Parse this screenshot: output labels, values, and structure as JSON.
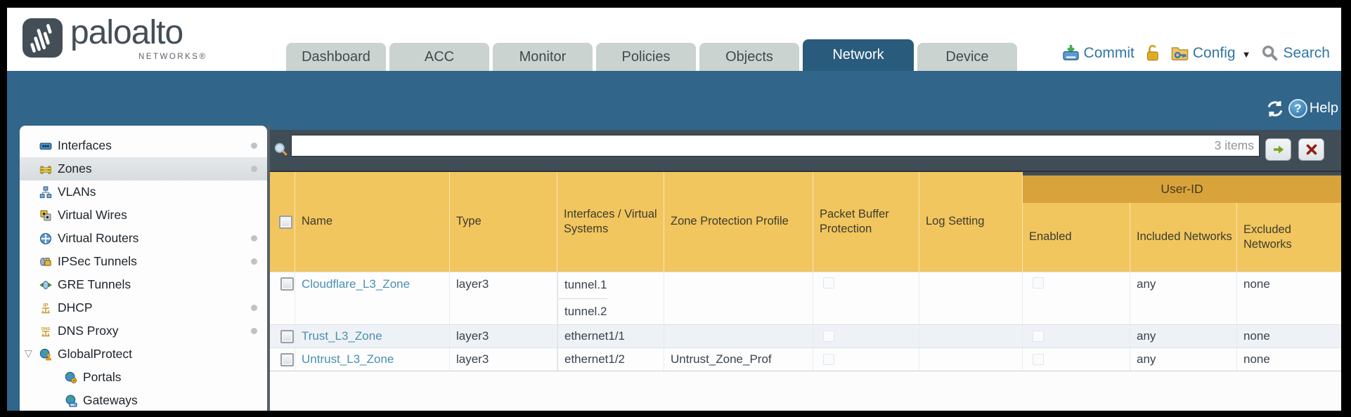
{
  "brand": {
    "name": "paloalto",
    "sub": "NETWORKS®"
  },
  "tabs": [
    {
      "label": "Dashboard",
      "active": false
    },
    {
      "label": "ACC",
      "active": false
    },
    {
      "label": "Monitor",
      "active": false
    },
    {
      "label": "Policies",
      "active": false
    },
    {
      "label": "Objects",
      "active": false
    },
    {
      "label": "Network",
      "active": true
    },
    {
      "label": "Device",
      "active": false
    }
  ],
  "header_actions": {
    "commit_label": "Commit",
    "config_label": "Config",
    "search_label": "Search"
  },
  "toolbar": {
    "help_label": "Help"
  },
  "sidebar": {
    "items": [
      {
        "label": "Interfaces",
        "icon": "interfaces",
        "dot": true
      },
      {
        "label": "Zones",
        "icon": "zones",
        "dot": true,
        "selected": true
      },
      {
        "label": "VLANs",
        "icon": "vlans"
      },
      {
        "label": "Virtual Wires",
        "icon": "virtual-wires"
      },
      {
        "label": "Virtual Routers",
        "icon": "virtual-routers",
        "dot": true
      },
      {
        "label": "IPSec Tunnels",
        "icon": "ipsec-tunnels",
        "dot": true
      },
      {
        "label": "GRE Tunnels",
        "icon": "gre-tunnels"
      },
      {
        "label": "DHCP",
        "icon": "dhcp",
        "dot": true
      },
      {
        "label": "DNS Proxy",
        "icon": "dns-proxy",
        "dot": true
      },
      {
        "label": "GlobalProtect",
        "icon": "globalprotect",
        "expander": true
      },
      {
        "label": "Portals",
        "icon": "portals",
        "indent": true
      },
      {
        "label": "Gateways",
        "icon": "gateways",
        "indent": true
      }
    ]
  },
  "filter": {
    "value": "",
    "count": "3 items"
  },
  "table": {
    "group_header": "User-ID",
    "columns": [
      {
        "label": ""
      },
      {
        "label": "Name"
      },
      {
        "label": "Type"
      },
      {
        "label": "Interfaces / Virtual Systems"
      },
      {
        "label": "Zone Protection Profile"
      },
      {
        "label": "Packet Buffer Protection"
      },
      {
        "label": "Log Setting"
      },
      {
        "label": "Enabled"
      },
      {
        "label": "Included Networks"
      },
      {
        "label": "Excluded Networks"
      }
    ],
    "rows": [
      {
        "name": "Cloudflare_L3_Zone",
        "type": "layer3",
        "interfaces": [
          "tunnel.1",
          "tunnel.2"
        ],
        "zone_protection_profile": "",
        "packet_buffer_protection": false,
        "log_setting": "",
        "user_id_enabled": false,
        "included_networks": "any",
        "excluded_networks": "none"
      },
      {
        "name": "Trust_L3_Zone",
        "type": "layer3",
        "interfaces": [
          "ethernet1/1"
        ],
        "zone_protection_profile": "",
        "packet_buffer_protection": false,
        "log_setting": "",
        "user_id_enabled": false,
        "included_networks": "any",
        "excluded_networks": "none"
      },
      {
        "name": "Untrust_L3_Zone",
        "type": "layer3",
        "interfaces": [
          "ethernet1/2"
        ],
        "zone_protection_profile": "Untrust_Zone_Prof",
        "packet_buffer_protection": false,
        "log_setting": "",
        "user_id_enabled": false,
        "included_networks": "any",
        "excluded_networks": "none"
      }
    ]
  },
  "colors": {
    "band_teal": "#31658a",
    "toolbar_slate": "#414d56",
    "header_orange": "#f1c65f",
    "userid_band": "#d9a33c",
    "active_tab": "#295c7c",
    "link_blue": "#4a8fb0"
  }
}
